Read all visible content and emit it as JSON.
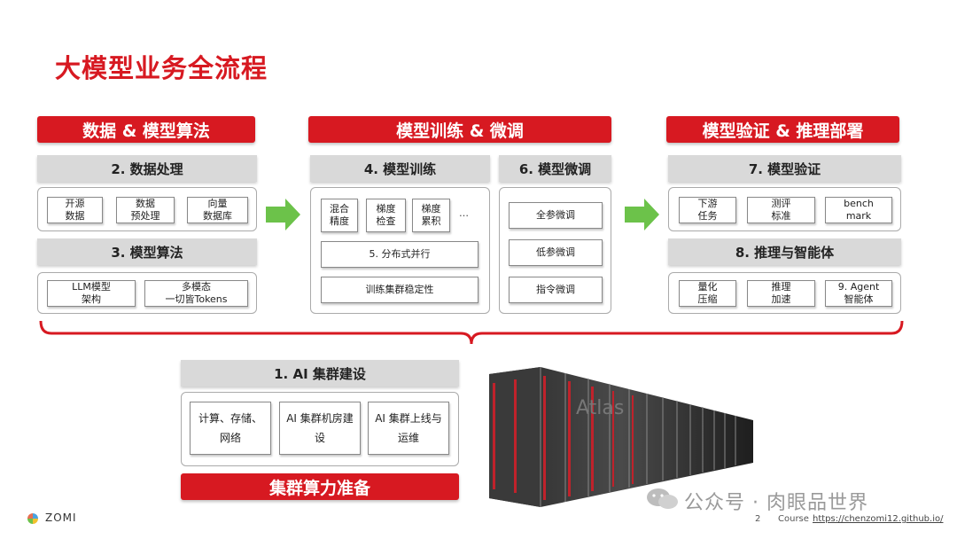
{
  "title": "大模型业务全流程",
  "sections": {
    "data_algo": {
      "header": "数据 & 模型算法",
      "data_processing": {
        "title": "2. 数据处理",
        "items": [
          "开源\n数据",
          "数据\n预处理",
          "向量\n数据库"
        ]
      },
      "model_algo": {
        "title": "3. 模型算法",
        "items": [
          "LLM模型\n架构",
          "多模态\n一切皆Tokens"
        ]
      }
    },
    "training": {
      "header": "模型训练 & 微调",
      "model_training": {
        "title": "4. 模型训练",
        "items": [
          "混合\n精度",
          "梯度\n检查",
          "梯度\n累积"
        ],
        "ellipsis": "…",
        "distributed": "5. 分布式并行",
        "stability": "训练集群稳定性"
      },
      "finetune": {
        "title": "6. 模型微调",
        "items": [
          "全参微调",
          "低参微调",
          "指令微调"
        ]
      }
    },
    "deploy": {
      "header": "模型验证 & 推理部署",
      "validation": {
        "title": "7. 模型验证",
        "items": [
          "下游\n任务",
          "测评\n标准",
          "bench\nmark"
        ]
      },
      "inference": {
        "title": "8. 推理与智能体",
        "items": [
          "量化\n压缩",
          "推理\n加速",
          "9. Agent\n智能体"
        ]
      }
    },
    "cluster": {
      "title": "1. AI 集群建设",
      "items": [
        "计算、存储、\n网络",
        "AI 集群机房建\n设",
        "AI 集群上线与\n运维"
      ],
      "footer": "集群算力准备"
    }
  },
  "server_label": "Atlas",
  "footer": {
    "logo": "ZOMI",
    "page": "2",
    "course_prefix": "Course",
    "course_link": "https://chenzomi12.github.io/"
  },
  "watermark": "公众号 · 肉眼品世界",
  "colors": {
    "accent": "#d71921",
    "arrow": "#6cc24a",
    "subheader": "#d9d9d9"
  }
}
